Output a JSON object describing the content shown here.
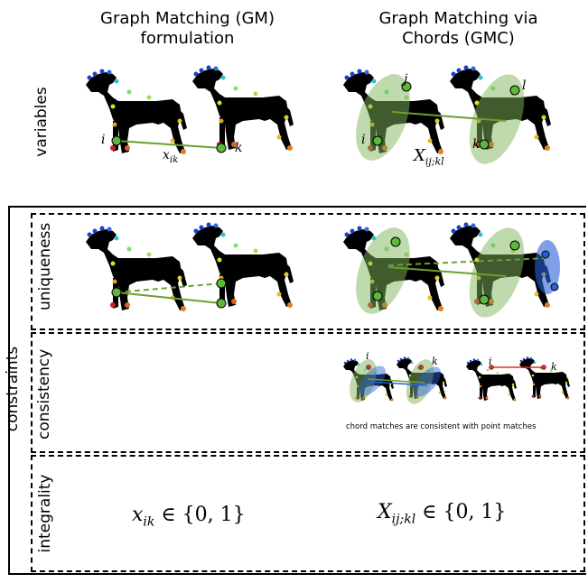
{
  "columns": {
    "gm": {
      "line1": "Graph Matching (GM)",
      "line2": "formulation"
    },
    "gmc": {
      "line1": "Graph Matching via",
      "line2": "Chords (GMC)"
    }
  },
  "rows": {
    "variables": "variables",
    "constraints": "constraints",
    "uniqueness": "uniqueness",
    "consistency": "consistency",
    "integrality": "integrality"
  },
  "labels": {
    "i": "i",
    "k": "k",
    "j": "j",
    "l": "l",
    "x_ik": "x",
    "x_ik_sub": "ik",
    "X_ijkl": "X",
    "X_ijkl_sub": "ij;kl"
  },
  "consistency_note": "chord matches are consistent with point matches",
  "integrality": {
    "gm_var": "x",
    "gm_sub": "ik",
    "gmc_var": "X",
    "gmc_sub": "ij;kl",
    "set": "∈ {0, 1}"
  },
  "colors": {
    "dog": "#000000",
    "ellipse_green": "#7fb55c",
    "ellipse_blue": "#2a5fd6",
    "match_line": "#6aa030",
    "point_green": "#5cb83c",
    "red_line": "#e03020"
  }
}
